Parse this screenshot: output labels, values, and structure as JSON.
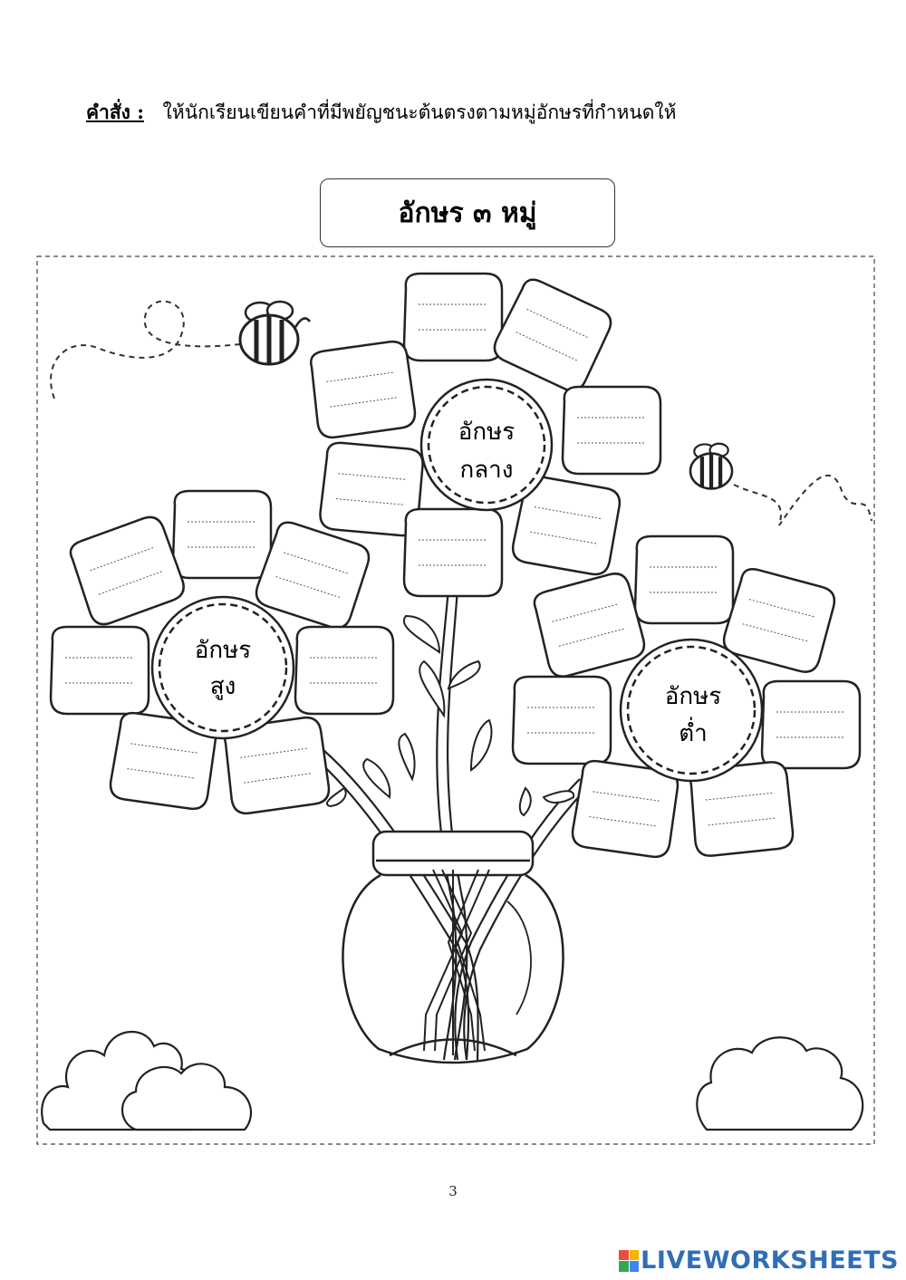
{
  "instruction": {
    "label": "คำสั่ง :",
    "text": "ให้นักเรียนเขียนคำที่มีพยัญชนะต้นตรงตามหมู่อักษรที่กำหนดให้"
  },
  "title": "อักษร ๓ หมู่",
  "flowers": {
    "middle": {
      "line1": "อักษร",
      "line2": "กลาง"
    },
    "high": {
      "line1": "อักษร",
      "line2": "สูง"
    },
    "low": {
      "line1": "อักษร",
      "line2": "ต่ำ"
    }
  },
  "page_number": "3",
  "brand": {
    "text": "LIVEWORKSHEETS",
    "colors": [
      "#e94e3c",
      "#f4b400",
      "#34a853",
      "#4285f4"
    ]
  }
}
